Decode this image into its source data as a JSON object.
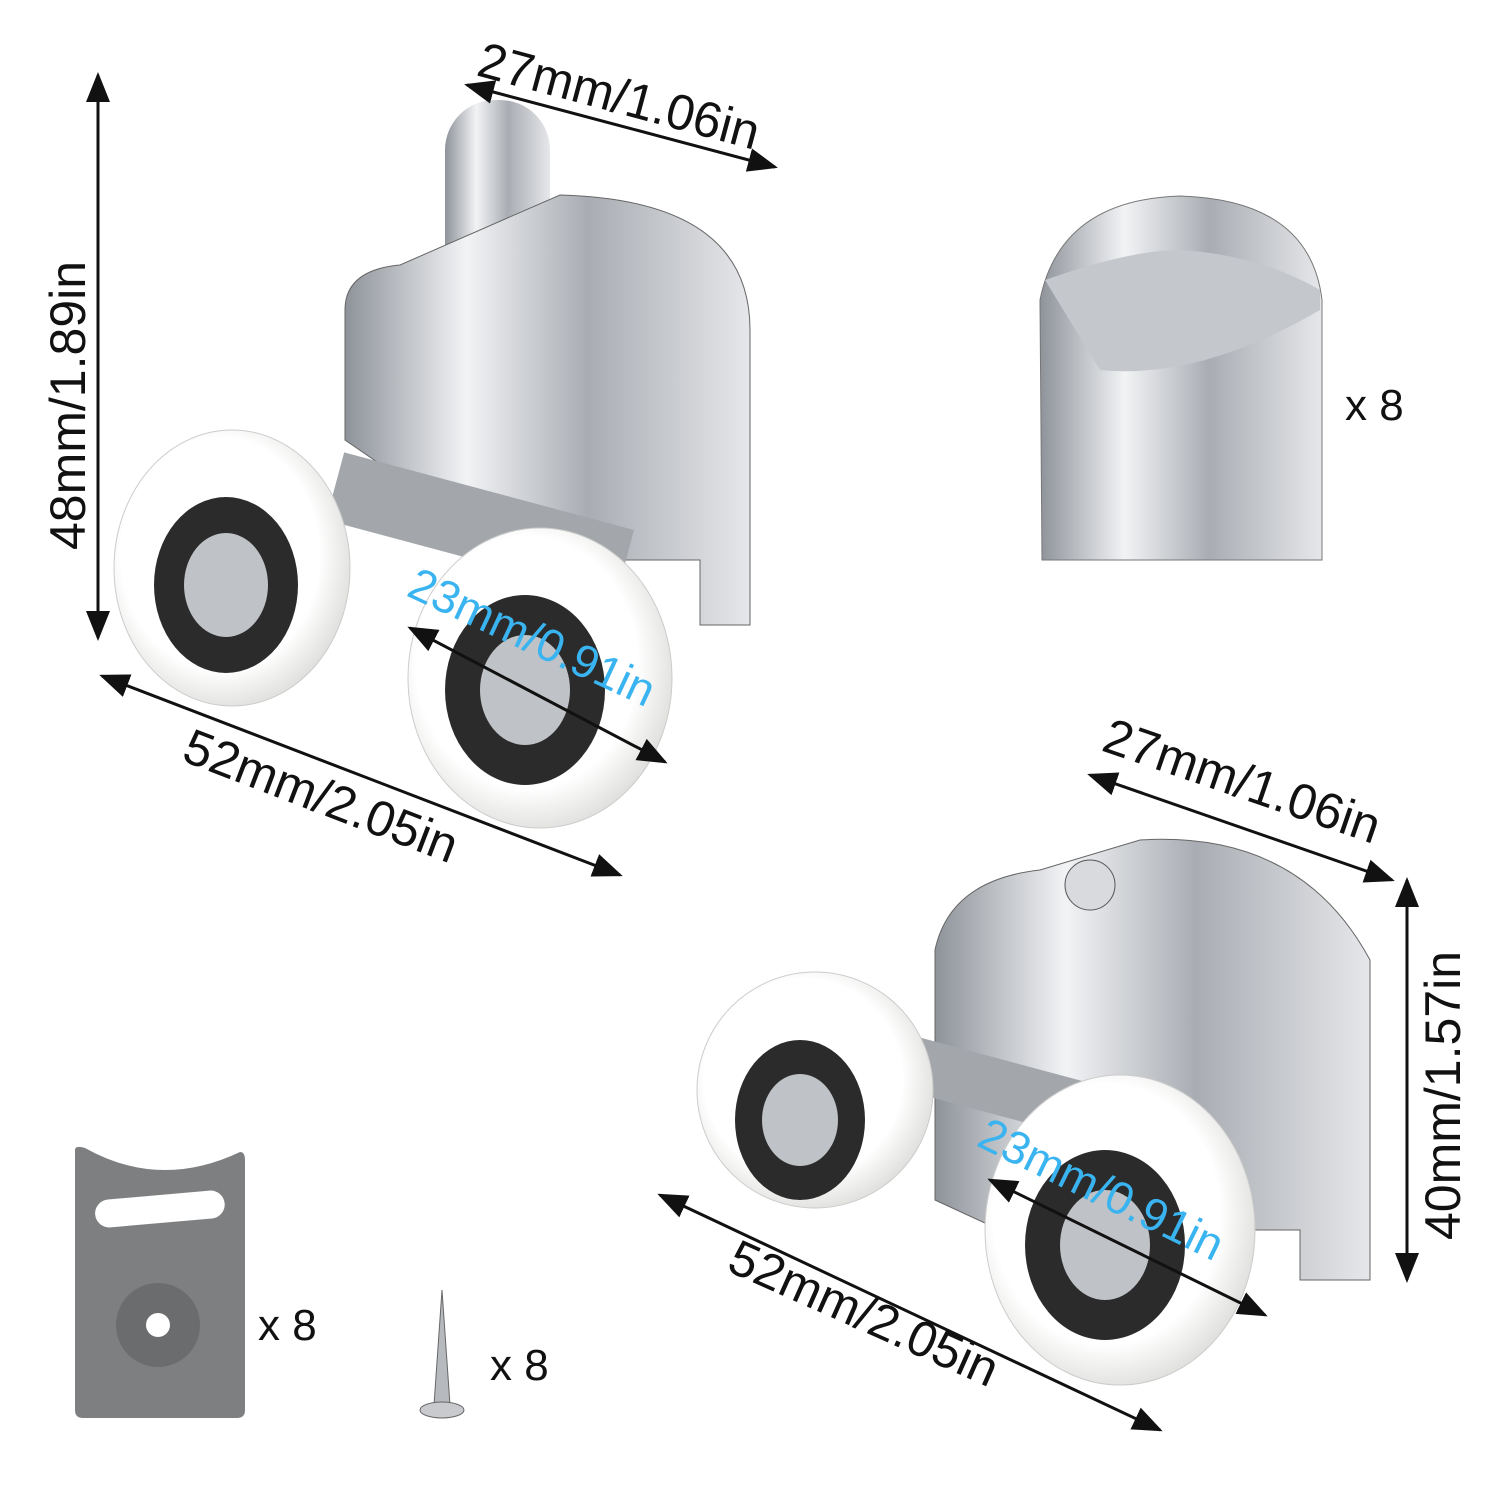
{
  "roller_top": {
    "width_label": "27mm/1.06in",
    "height_label": "48mm/1.89in",
    "length_label": "52mm/2.05in",
    "wheel_diameter_label": "23mm/0.91in"
  },
  "roller_bottom": {
    "width_label": "27mm/1.06in",
    "height_label": "40mm/1.57in",
    "length_label": "52mm/2.05in",
    "wheel_diameter_label": "23mm/0.91in"
  },
  "accessories": {
    "cap_qty": "x 8",
    "pad_qty": "x 8",
    "screw_qty": "x 8"
  },
  "colors": {
    "dimension_text": "#111111",
    "wheel_dimension_text": "#3ab4f0",
    "chrome": "#c9ccd1",
    "wheel": "#f4f4f2",
    "pad": "#7d7f80"
  }
}
